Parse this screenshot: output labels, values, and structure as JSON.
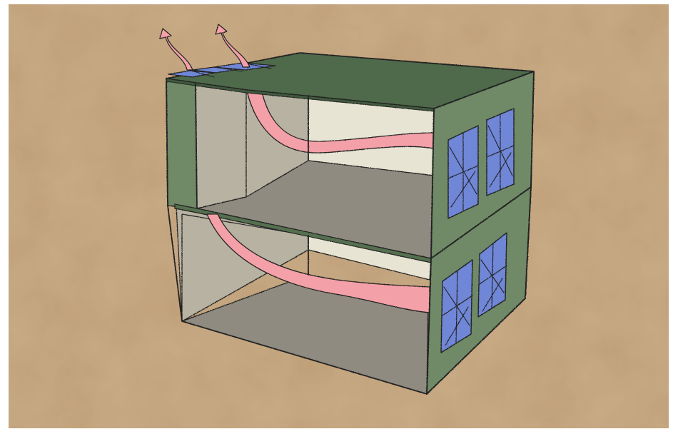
{
  "diagram": {
    "subject": "two-storey-building-cutaway",
    "floors": 2,
    "airflow": {
      "direction": "from-windows-to-roof-vents",
      "paths": 2,
      "roof_vents": 2
    },
    "windows": {
      "upper_floor": 2,
      "lower_floor": 2
    }
  },
  "colors": {
    "background": "#c9ad88",
    "frame": "#ffffff",
    "wall_green": "#6f8a68",
    "wall_green_dark": "#55704f",
    "roof_green": "#4f6a4b",
    "interior_light": "#e8e4d3",
    "interior_shade": "#b7b2a2",
    "floor_dark": "#8f8b80",
    "window_blue": "#6f86d6",
    "airflow_pink": "#f4a0a8",
    "outline": "#222222"
  }
}
